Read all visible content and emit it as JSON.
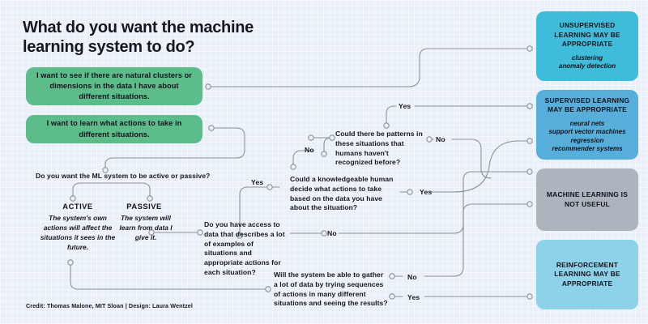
{
  "meta": {
    "background_color": "#eaf0f9",
    "wire_color": "#8b9299"
  },
  "title": "What do you want the machine learning system to do?",
  "goals": [
    {
      "id": "clusters",
      "text": "I want to see if there are natural clusters or dimensions in the data I have about different situations.",
      "color": "#5cbd8b"
    },
    {
      "id": "actions",
      "text": "I want to learn what actions to take in different situations.",
      "color": "#5cbd8b"
    }
  ],
  "questions": {
    "active_passive": "Do you want the ML system to be active or passive?",
    "patterns": "Could there be patterns in these situations that humans haven't recognized before?",
    "knowledgeable": "Could a knowledgeable human decide what actions to take based on the data you have about the situation?",
    "access": "Do you have access to data that describes a lot of examples of situations and appropriate actions for each situation?",
    "gather": "Will the system be able to gather a lot of data by trying sequences of actions in many different situations and seeing the results?"
  },
  "branches": [
    {
      "id": "active",
      "label": "ACTIVE",
      "description": "The system's own actions will affect the situations it sees in the future."
    },
    {
      "id": "passive",
      "label": "PASSIVE",
      "description": "The system will learn from data I give it."
    }
  ],
  "edge_labels": {
    "patterns_yes": "Yes",
    "patterns_no": "No",
    "patterns_no2": "No",
    "knowledgeable_yes": "Yes",
    "access_yes": "Yes",
    "access_no": "No",
    "gather_no": "No",
    "gather_yes": "Yes"
  },
  "outcomes": [
    {
      "id": "unsupervised",
      "heading": "UNSUPERVISED LEARNING MAY BE APPROPRIATE",
      "sub": "clustering\nanomaly detection",
      "color": "#3fbcd9"
    },
    {
      "id": "supervised",
      "heading": "SUPERVISED LEARNING MAY BE APPROPRIATE",
      "sub": "neural nets\nsupport vector machines\nregression\nrecommender systems",
      "color": "#57aedb"
    },
    {
      "id": "not_useful",
      "heading": "MACHINE LEARNING IS NOT USEFUL",
      "sub": "",
      "color": "#aeb4bd"
    },
    {
      "id": "reinforcement",
      "heading": "REINFORCEMENT LEARNING MAY BE APPROPRIATE",
      "sub": "",
      "color": "#8ed2ea"
    }
  ],
  "credit": "Credit: Thomas Malone, MIT Sloan | Design: Laura Wentzel"
}
